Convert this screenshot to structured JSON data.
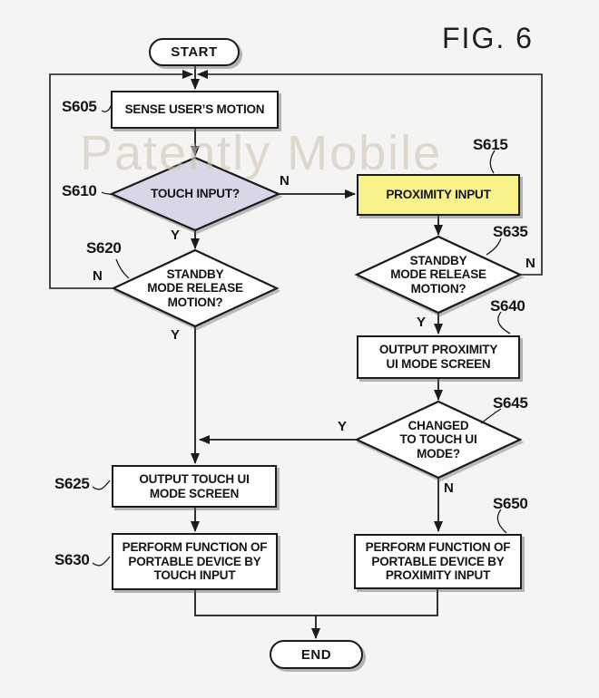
{
  "figure": {
    "label": "FIG. 6",
    "watermark": "Patently Mobile"
  },
  "terminals": {
    "start": "START",
    "end": "END"
  },
  "branch_labels": {
    "yes": "Y",
    "no": "N"
  },
  "colors": {
    "background": "#f4f4f3",
    "line": "#1b1b1b",
    "node_fill": "#fdfdfd",
    "decision_highlight": "#d9d6e8",
    "process_highlight": "#f7f28a",
    "watermark_color": "#cfc7b4"
  },
  "nodes": {
    "s605": {
      "id": "S605",
      "label": "SENSE USER’S MOTION"
    },
    "s610": {
      "id": "S610",
      "label": "TOUCH INPUT?"
    },
    "s615": {
      "id": "S615",
      "label": "PROXIMITY INPUT"
    },
    "s620": {
      "id": "S620",
      "label": "STANDBY\nMODE RELEASE\nMOTION?"
    },
    "s625": {
      "id": "S625",
      "label": "OUTPUT TOUCH UI\nMODE SCREEN"
    },
    "s630": {
      "id": "S630",
      "label": "PERFORM FUNCTION OF\nPORTABLE DEVICE BY\nTOUCH INPUT"
    },
    "s635": {
      "id": "S635",
      "label": "STANDBY\nMODE RELEASE\nMOTION?"
    },
    "s640": {
      "id": "S640",
      "label": "OUTPUT PROXIMITY\nUI MODE SCREEN"
    },
    "s645": {
      "id": "S645",
      "label": "CHANGED\nTO TOUCH UI\nMODE?"
    },
    "s650": {
      "id": "S650",
      "label": "PERFORM FUNCTION OF\nPORTABLE DEVICE BY\nPROXIMITY INPUT"
    }
  }
}
